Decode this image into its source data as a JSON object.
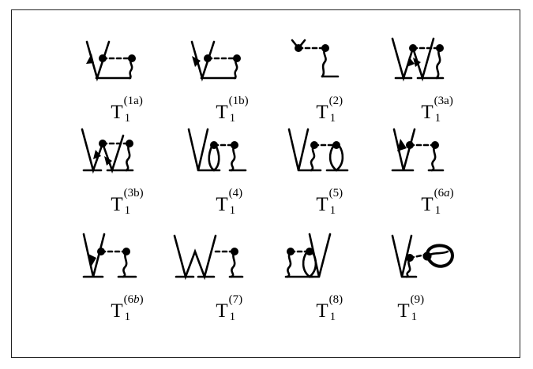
{
  "diagrams": [
    {
      "base": "T",
      "sub": "1",
      "sup_open": "(",
      "sup_main": "1a",
      "sup_ital": "",
      "sup_close": ")",
      "icon": "feynman-diagram-1a"
    },
    {
      "base": "T",
      "sub": "1",
      "sup_open": "(",
      "sup_main": "1b",
      "sup_ital": "",
      "sup_close": ")",
      "icon": "feynman-diagram-1b"
    },
    {
      "base": "T",
      "sub": "1",
      "sup_open": "(",
      "sup_main": "2",
      "sup_ital": "",
      "sup_close": ")",
      "icon": "feynman-diagram-2"
    },
    {
      "base": "T",
      "sub": "1",
      "sup_open": "(",
      "sup_main": "3a",
      "sup_ital": "",
      "sup_close": ")",
      "icon": "feynman-diagram-3a"
    },
    {
      "base": "T",
      "sub": "1",
      "sup_open": "(",
      "sup_main": "3b",
      "sup_ital": "",
      "sup_close": ")",
      "icon": "feynman-diagram-3b"
    },
    {
      "base": "T",
      "sub": "1",
      "sup_open": "(",
      "sup_main": "4",
      "sup_ital": "",
      "sup_close": ")",
      "icon": "feynman-diagram-4"
    },
    {
      "base": "T",
      "sub": "1",
      "sup_open": "(",
      "sup_main": "5",
      "sup_ital": "",
      "sup_close": ")",
      "icon": "feynman-diagram-5"
    },
    {
      "base": "T",
      "sub": "1",
      "sup_open": "(",
      "sup_main": "6",
      "sup_ital": "a",
      "sup_close": ")",
      "icon": "feynman-diagram-6a"
    },
    {
      "base": "T",
      "sub": "1",
      "sup_open": "(",
      "sup_main": "6",
      "sup_ital": "b",
      "sup_close": ")",
      "icon": "feynman-diagram-6b"
    },
    {
      "base": "T",
      "sub": "1",
      "sup_open": "(",
      "sup_main": "7",
      "sup_ital": "",
      "sup_close": ")",
      "icon": "feynman-diagram-7"
    },
    {
      "base": "T",
      "sub": "1",
      "sup_open": "(",
      "sup_main": "8",
      "sup_ital": "",
      "sup_close": ")",
      "icon": "feynman-diagram-8"
    },
    {
      "base": "T",
      "sub": "1",
      "sup_open": "(",
      "sup_main": "9",
      "sup_ital": "",
      "sup_close": ")",
      "icon": "feynman-diagram-9"
    }
  ]
}
